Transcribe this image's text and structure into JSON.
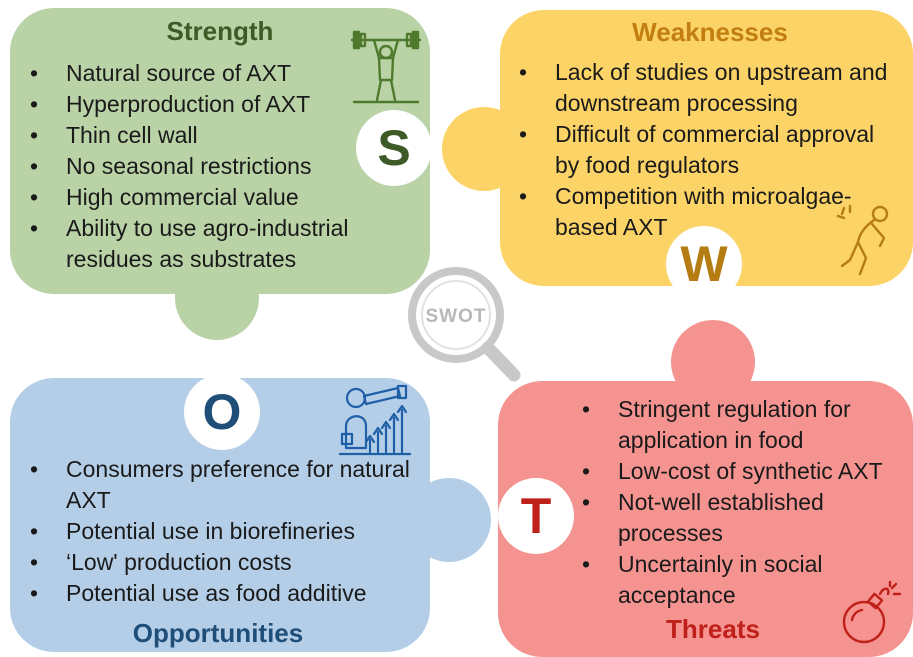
{
  "strength": {
    "title": "Strength",
    "letter": "S",
    "items": [
      "Natural source of AXT",
      "Hyperproduction of AXT",
      "Thin cell wall",
      "No seasonal restrictions",
      "High commercial value",
      "Ability to use agro-industrial residues as substrates"
    ],
    "icon": "weightlifter-icon",
    "color": "#b9d2a6"
  },
  "weaknesses": {
    "title": "Weaknesses",
    "letter": "W",
    "items": [
      "Lack of studies on upstream and downstream processing",
      "Difficult of commercial approval by food regulators",
      "Competition with microalgae-based AXT"
    ],
    "icon": "tired-person-icon",
    "color": "#fbd366"
  },
  "opportunities": {
    "title": "Opportunities",
    "letter": "O",
    "items": [
      "Consumers preference for natural AXT",
      "Potential use in biorefineries",
      "‘Low' production costs",
      "Potential use as food additive"
    ],
    "icon": "telescope-growth-icon",
    "color": "#b4cee8"
  },
  "threats": {
    "title": "Threats",
    "letter": "T",
    "items": [
      "Stringent regulation for application in food",
      "Low-cost of synthetic AXT",
      "Not-well established processes",
      "Uncertainly in social acceptance"
    ],
    "icon": "bomb-icon",
    "color": "#f59390"
  },
  "center": {
    "label": "SWOT",
    "icon": "magnifying-glass-icon"
  }
}
